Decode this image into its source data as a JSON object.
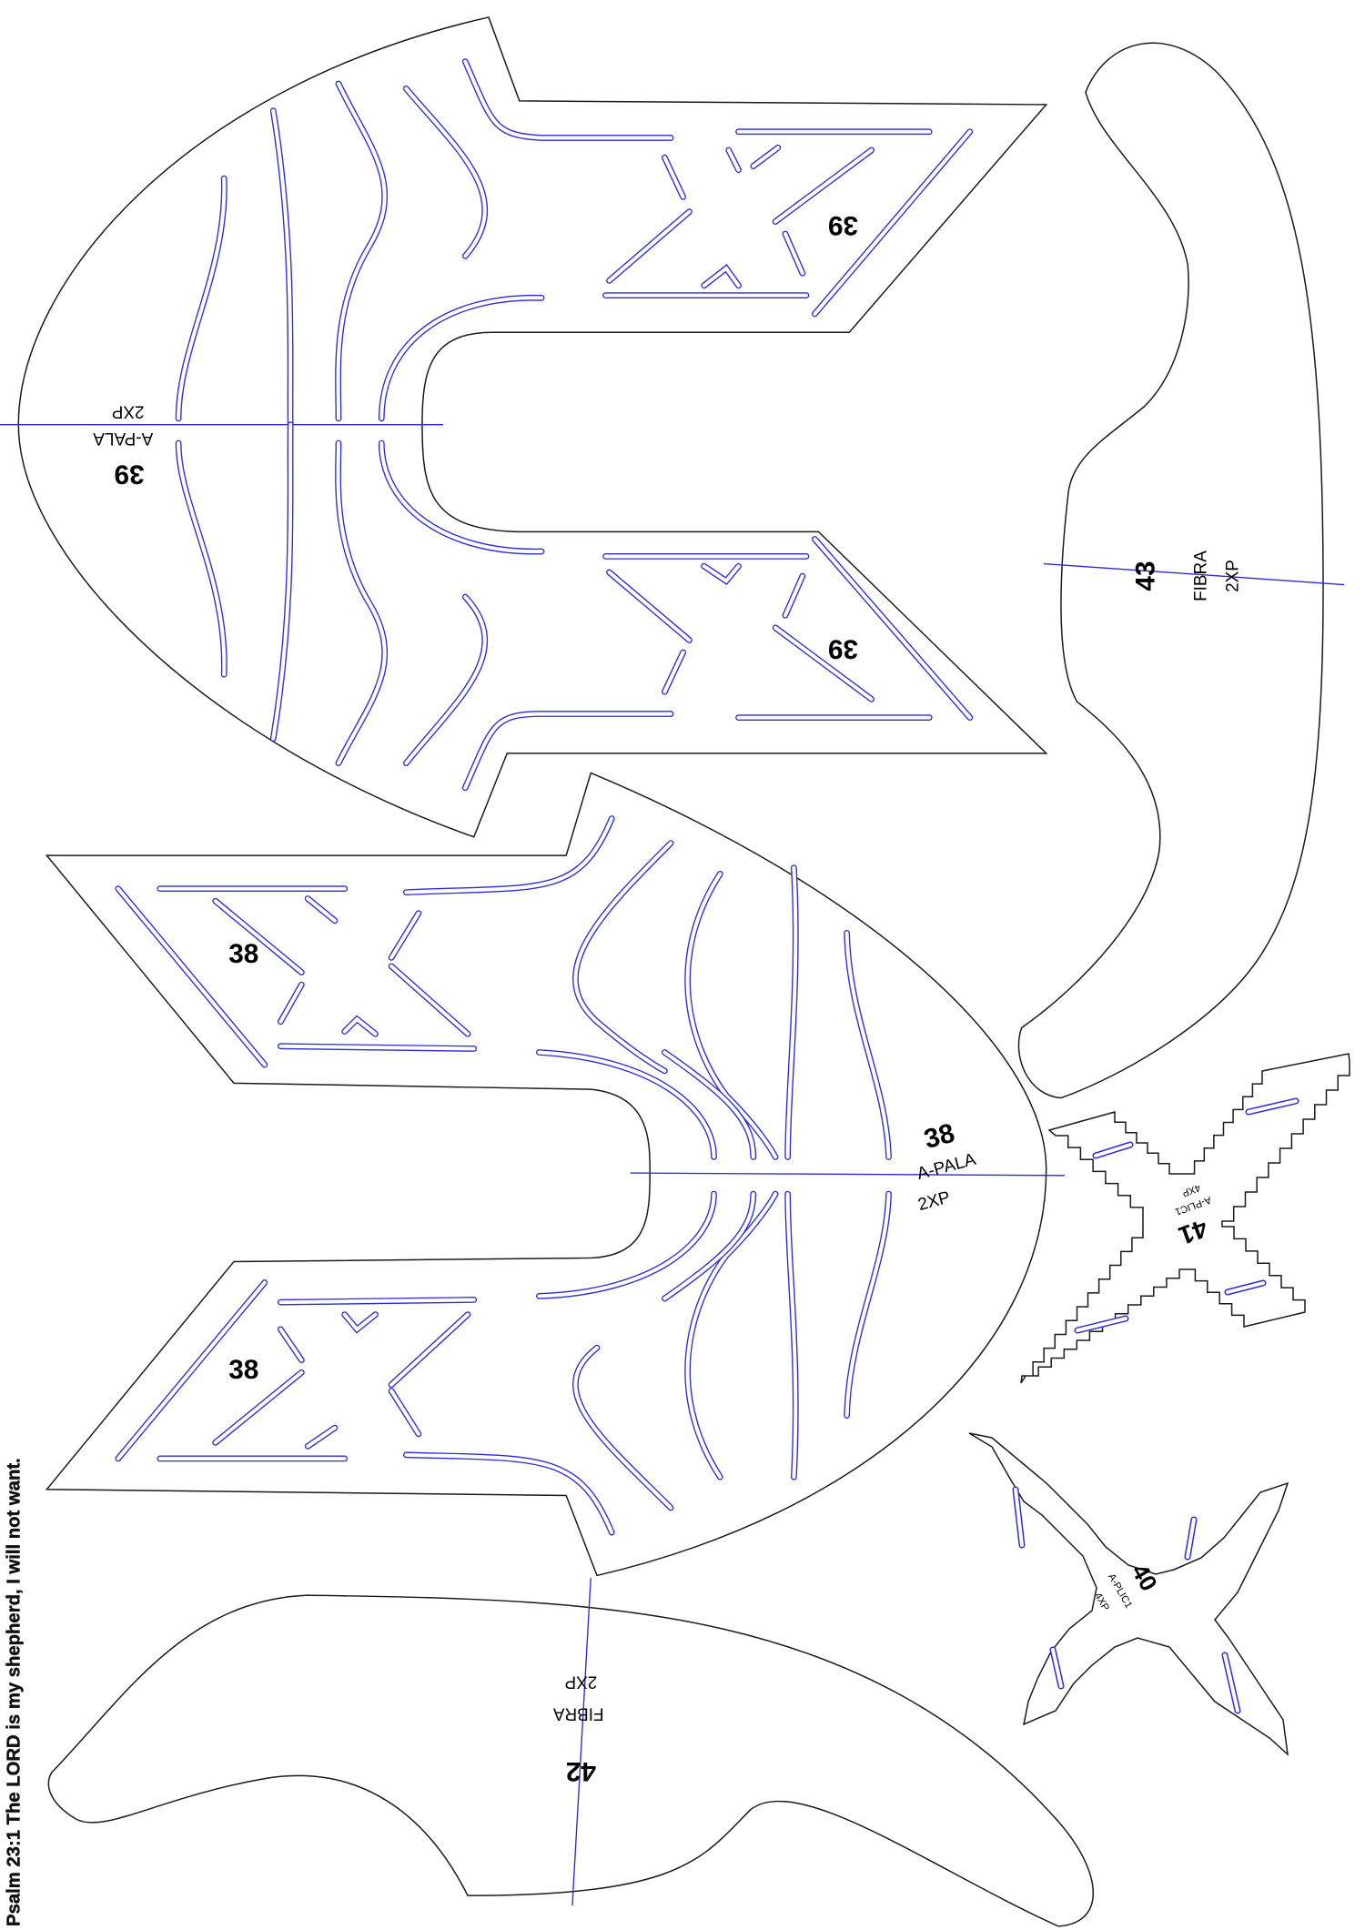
{
  "verse": "Psalm 23:1 The LORD is my shepherd, I will not want.",
  "colors": {
    "outline": "#1a1a1a",
    "marking": "#2b2bd9",
    "background": "#ffffff"
  },
  "pieces": [
    {
      "number": "39",
      "name": "A-PALA",
      "qty": "2XP",
      "side_number": "39"
    },
    {
      "number": "38",
      "name": "A-PALA",
      "qty": "2XP",
      "side_number": "38"
    },
    {
      "number": "43",
      "name": "FIBRA",
      "qty": "2XP"
    },
    {
      "number": "42",
      "name": "FIBRA",
      "qty": "2XP"
    },
    {
      "number": "41",
      "name": "A-PLIC1",
      "qty": "4XP"
    },
    {
      "number": "40",
      "name": "A-PLIC1",
      "qty": "4XP"
    }
  ]
}
